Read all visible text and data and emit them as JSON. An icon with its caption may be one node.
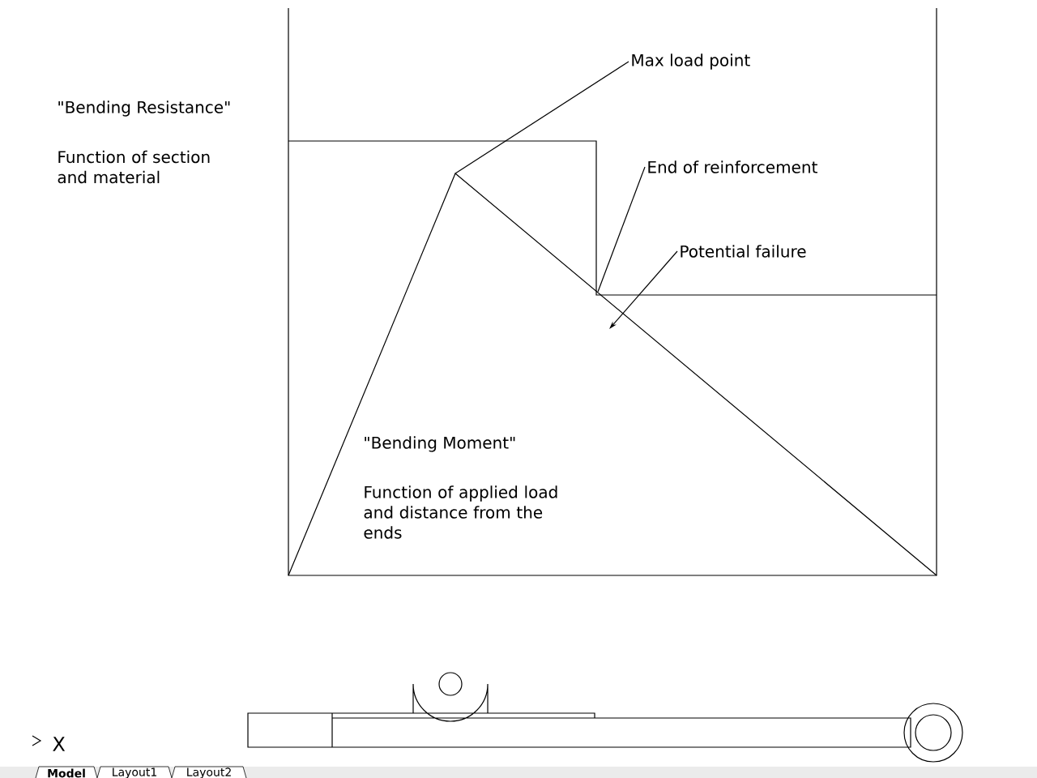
{
  "diagram": {
    "nodes": [
      {
        "text": [
          "Max load point"
        ]
      },
      {
        "text": [
          "End of reinforcement"
        ]
      },
      {
        "text": [
          "Potential failure"
        ]
      }
    ],
    "edges": [
      {
        "from": 0,
        "to": null,
        "arrow": "none"
      },
      {
        "from": 1,
        "to": null,
        "arrow": "none"
      },
      {
        "from": 2,
        "to": null,
        "arrow": "to"
      }
    ],
    "labels": [
      "\"Bending Resistance\"",
      "Function of section and material",
      "\"Bending Moment\"",
      "Function of applied load and distance from the ends",
      "X",
      "Model",
      "Layout1",
      "Layout2"
    ]
  }
}
